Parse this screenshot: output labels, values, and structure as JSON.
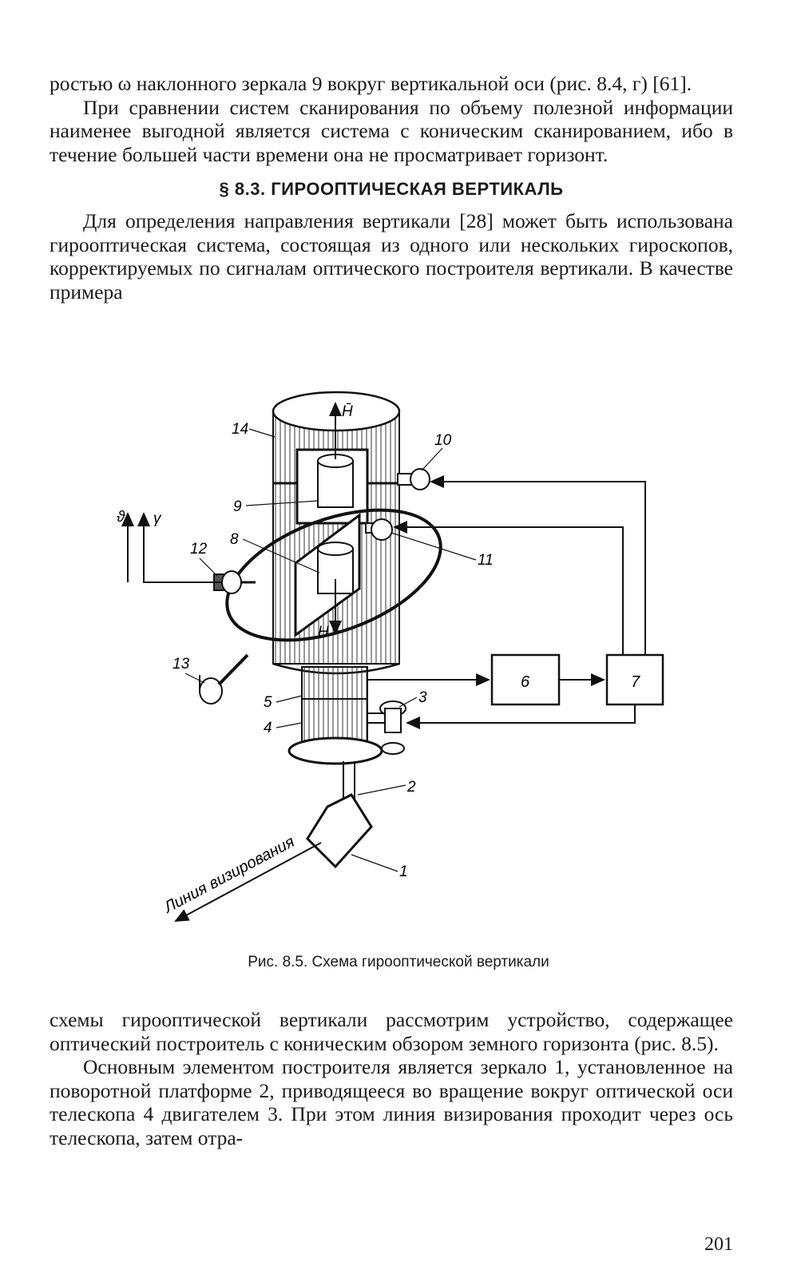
{
  "top_paragraphs": [
    "ростью ω наклонного зеркала 9 вокруг вертикальной оси (рис. 8.4, г) [61].",
    "При сравнении систем сканирования по объему полезной информации наименее выгодной является система с коническим сканированием, ибо в течение большей части времени она не просматривает горизонт."
  ],
  "section_heading": "§ 8.3. ГИРООПТИЧЕСКАЯ ВЕРТИКАЛЬ",
  "middle_paragraph": "Для определения направления вертикали [28] может быть использована гирооптическая система, состоящая из одного или нескольких гироскопов, корректируемых по сигналам оптического построителя вертикали. В качестве примера",
  "figure": {
    "labels": {
      "H_top": "H̄",
      "H_bottom": "H",
      "n14": "14",
      "n10": "10",
      "n9": "9",
      "n8": "8",
      "n11": "11",
      "n12": "12",
      "n13": "13",
      "n5": "5",
      "n4": "4",
      "n3": "3",
      "n2": "2",
      "n1": "1",
      "n6": "6",
      "n7": "7",
      "theta": "ϑ",
      "gamma": "γ",
      "line_of_sight": "Линия визирования"
    },
    "caption": "Рис. 8.5. Схема гирооптической вертикали"
  },
  "bottom_paragraphs": [
    "схемы гирооптической вертикали рассмотрим устройство, содержащее оптический построитель с коническим обзором земного горизонта (рис. 8.5).",
    "Основным элементом построителя является зеркало 1, установленное на поворотной платформе 2, приводящееся во вращение вокруг оптической оси телескопа 4 двигателем 3. При этом линия визирования проходит через ось телескопа, затем отра-"
  ],
  "page_number": "201"
}
